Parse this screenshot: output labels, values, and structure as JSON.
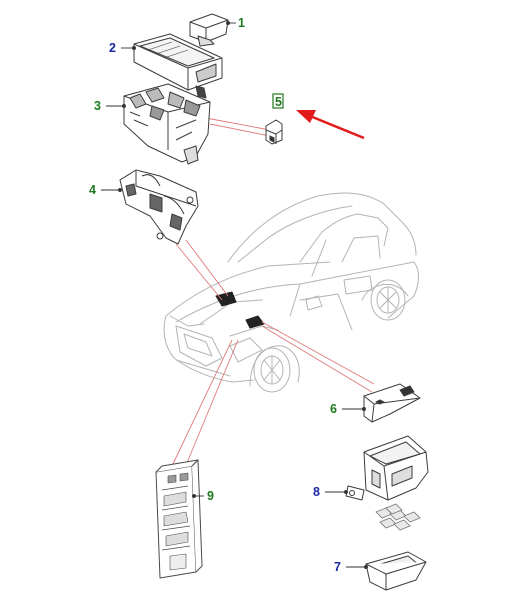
{
  "colors": {
    "green_callout": "#1f7a1f",
    "blue_callout": "#1c2aa0",
    "leader_red": "#e07a7a",
    "arrow_red": "#e21b1b",
    "part_outline": "#3c3c3c",
    "car_outline": "#b4b4b4"
  },
  "callouts": [
    {
      "id": "1",
      "label": "1",
      "color": "green"
    },
    {
      "id": "2",
      "label": "2",
      "color": "blue"
    },
    {
      "id": "3",
      "label": "3",
      "color": "green"
    },
    {
      "id": "4",
      "label": "4",
      "color": "green"
    },
    {
      "id": "5",
      "label": "5",
      "color": "green",
      "boxed": true,
      "highlighted": true
    },
    {
      "id": "6",
      "label": "6",
      "color": "green"
    },
    {
      "id": "7",
      "label": "7",
      "color": "blue"
    },
    {
      "id": "8",
      "label": "8",
      "color": "blue"
    },
    {
      "id": "9",
      "label": "9",
      "color": "green"
    }
  ],
  "parts": [
    {
      "ref": "1",
      "icon": "fuse-box-cover-icon"
    },
    {
      "ref": "2",
      "icon": "fuse-box-lid-icon"
    },
    {
      "ref": "3",
      "icon": "fuse-box-housing-icon"
    },
    {
      "ref": "4",
      "icon": "fuse-box-bracket-icon"
    },
    {
      "ref": "5",
      "icon": "mounting-clip-icon"
    },
    {
      "ref": "6",
      "icon": "fuse-box-cover-icon"
    },
    {
      "ref": "7",
      "icon": "tray-icon"
    },
    {
      "ref": "8",
      "icon": "relay-box-icon"
    },
    {
      "ref": "9",
      "icon": "junction-box-icon"
    }
  ],
  "vehicle": {
    "icon": "suv-outline-icon"
  },
  "indicator": {
    "icon": "red-arrow-icon",
    "target": "5"
  }
}
